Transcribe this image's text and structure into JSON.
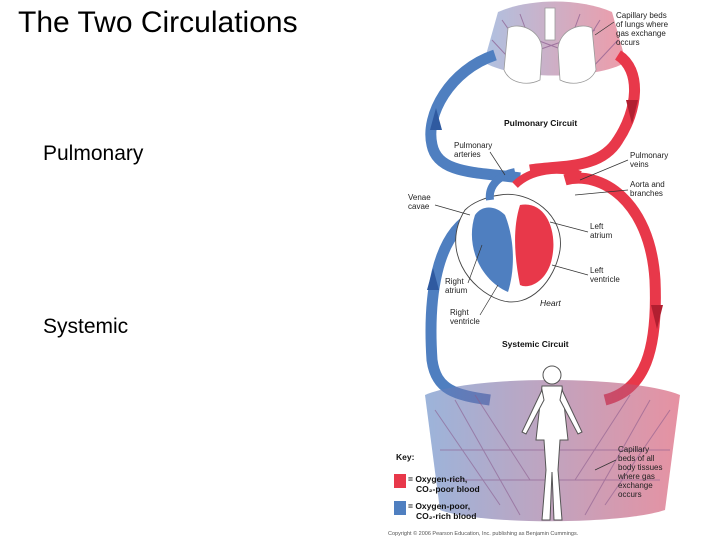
{
  "slide": {
    "title": "The Two Circulations",
    "bullets": [
      "Pulmonary",
      "Systemic"
    ]
  },
  "figure": {
    "labels": {
      "capillary_lungs": [
        "Capillary beds",
        "of lungs where",
        "gas exchange",
        "occurs"
      ],
      "pulmonary_circuit": "Pulmonary Circuit",
      "pulmonary_arteries": [
        "Pulmonary",
        "arteries"
      ],
      "pulmonary_veins": [
        "Pulmonary",
        "veins"
      ],
      "venae_cavae": [
        "Venae",
        "cavae"
      ],
      "aorta": [
        "Aorta and",
        "branches"
      ],
      "left_atrium": [
        "Left",
        "atrium"
      ],
      "left_ventricle": [
        "Left",
        "ventricle"
      ],
      "right_atrium": [
        "Right",
        "atrium"
      ],
      "right_ventricle": [
        "Right",
        "ventricle"
      ],
      "heart": "Heart",
      "systemic_circuit": "Systemic Circuit",
      "capillary_body": [
        "Capillary",
        "beds of all",
        "body tissues",
        "where gas",
        "exchange",
        "occurs"
      ]
    },
    "key": {
      "title": "Key:",
      "oxygen_rich": [
        "= Oxygen-rich,",
        "CO₂-poor blood"
      ],
      "oxygen_poor": [
        "= Oxygen-poor,",
        "CO₂-rich blood"
      ]
    },
    "copyright": "Copyright © 2006 Pearson Education, Inc. publishing as Benjamin Cummings.",
    "colors": {
      "oxygen_rich": "#e8384a",
      "oxygen_poor": "#4f7fc0",
      "capillary": "#a98ab8"
    }
  }
}
